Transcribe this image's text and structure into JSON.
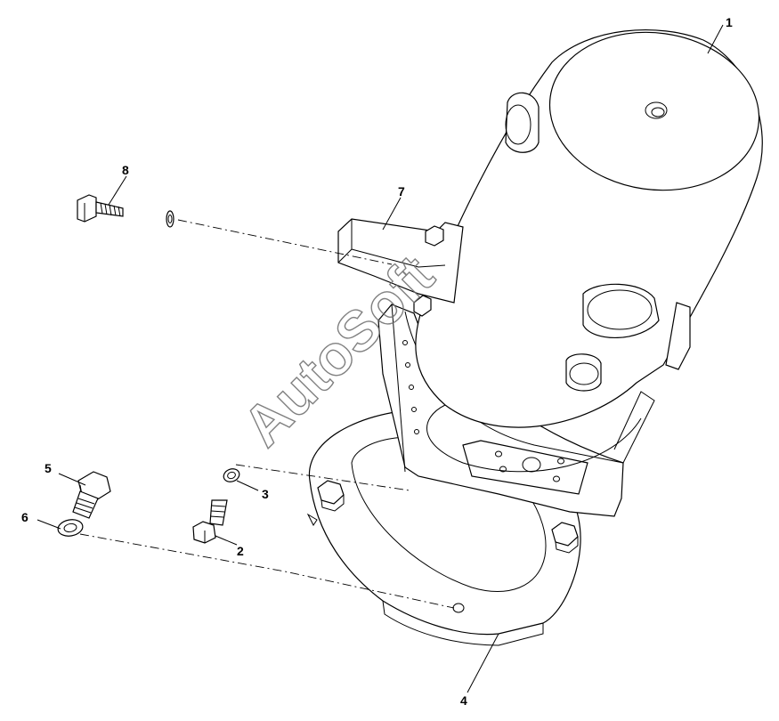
{
  "callouts": [
    "1",
    "2",
    "3",
    "4",
    "5",
    "6",
    "7",
    "8"
  ],
  "watermark": "AutoSoft",
  "colors": {
    "line": "#000000",
    "background": "#ffffff",
    "watermark": "#6b6b6b"
  }
}
